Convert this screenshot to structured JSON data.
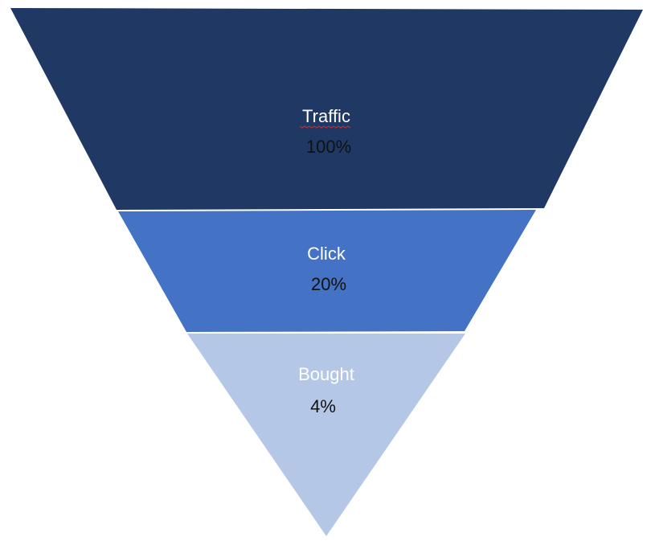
{
  "funnel": {
    "stages": [
      {
        "label": "Traffic",
        "value": "100%",
        "color": "#203864"
      },
      {
        "label": "Click",
        "value": "20%",
        "color": "#4472C4"
      },
      {
        "label": "Bought",
        "value": "4%",
        "color": "#B4C7E7"
      }
    ]
  }
}
